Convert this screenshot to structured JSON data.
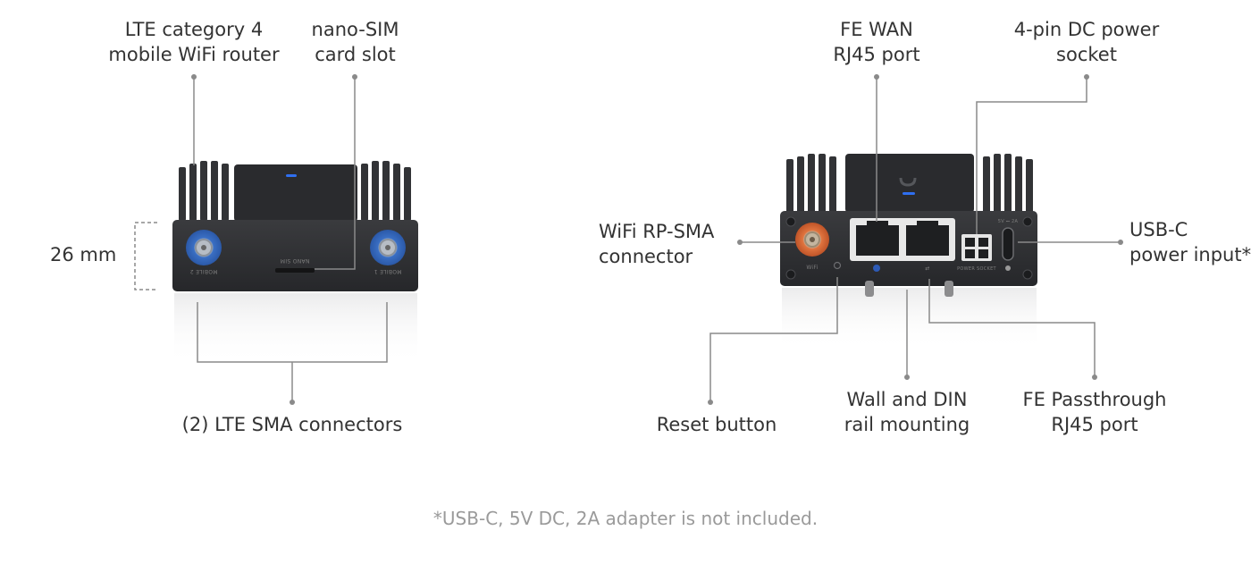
{
  "labels": {
    "lte_router": [
      "LTE category 4",
      "mobile WiFi router"
    ],
    "nano_sim": [
      "nano-SIM",
      "card slot"
    ],
    "height": "26 mm",
    "lte_sma": "(2) LTE SMA connectors",
    "fe_wan": [
      "FE WAN",
      "RJ45 port"
    ],
    "dc_power": [
      "4-pin DC power",
      "socket"
    ],
    "wifi_sma": [
      "WiFi RP-SMA",
      "connector"
    ],
    "usb_c": [
      "USB-C",
      "power input*"
    ],
    "reset": "Reset button",
    "mounting": [
      "Wall and DIN",
      "rail mounting"
    ],
    "fe_passthrough": [
      "FE Passthrough",
      "RJ45 port"
    ]
  },
  "device_markings": {
    "mobile_2": "MOBILE 2",
    "mobile_1": "MOBILE 1",
    "nano_sim": "NANO SIM",
    "wifi": "WiFi",
    "power_socket": "POWER SOCKET",
    "usb_rating": "5V ⎓ 2A"
  },
  "footnote": "*USB-C, 5V DC, 2A adapter is not included.",
  "colors": {
    "device_body": "#2e2f31",
    "lte_connector": "#3a6fc4",
    "wifi_connector": "#d8693a",
    "led": "#2f6ff0",
    "callout_line": "#8a8a8a"
  }
}
